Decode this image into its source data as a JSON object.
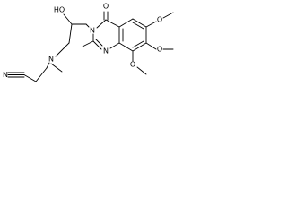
{
  "molecule": {
    "atom_labels": {
      "nitrile_n": "N",
      "amine_n": "N",
      "hydroxyl": "HO",
      "carbonyl_o": "O",
      "ring_n3": "N",
      "ring_n1": "N",
      "methoxy_6": "O",
      "methoxy_7": "O",
      "methoxy_8": "O"
    }
  }
}
